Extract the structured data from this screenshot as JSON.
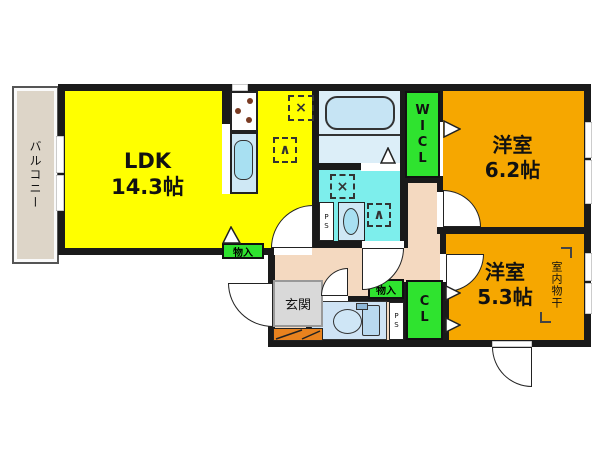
{
  "rooms": {
    "balcony": {
      "label": "バルコニー"
    },
    "ldk": {
      "name": "LDK",
      "size": "14.3帖"
    },
    "bedroom1": {
      "name": "洋室",
      "size": "6.2帖"
    },
    "bedroom2": {
      "name": "洋室",
      "size": "5.3帖"
    },
    "wicl": {
      "label": "WICL"
    },
    "cl": {
      "label": "CL"
    },
    "entrance": {
      "label": "玄関"
    },
    "storage_ldk": {
      "label": "物入"
    },
    "storage_hall": {
      "label": "物入"
    },
    "ps_washroom": {
      "label": "PS"
    },
    "ps_toilet": {
      "label": "PS"
    },
    "indoor_drying": {
      "label": "室内物干"
    }
  },
  "appliance_marks": {
    "refrigerator": "×",
    "washing_machine": "×",
    "hanger1": "∧",
    "hanger2": "∧"
  },
  "colors": {
    "wall": "#1a1a1a",
    "ldk": "#ffff00",
    "room": "#f6a700",
    "closet": "#2fe32f",
    "washroom": "#7deeec",
    "bath": "#dceef8",
    "toilet_room": "#cfe3f4",
    "hallway": "#f4d9c0",
    "entrance_floor": "#d9d9d9",
    "entrance_step": "#e8821e",
    "balcony": "#ddd5c8",
    "fixture_blue": "#cfe8f5",
    "fixture_inner": "#a8e0f2"
  }
}
